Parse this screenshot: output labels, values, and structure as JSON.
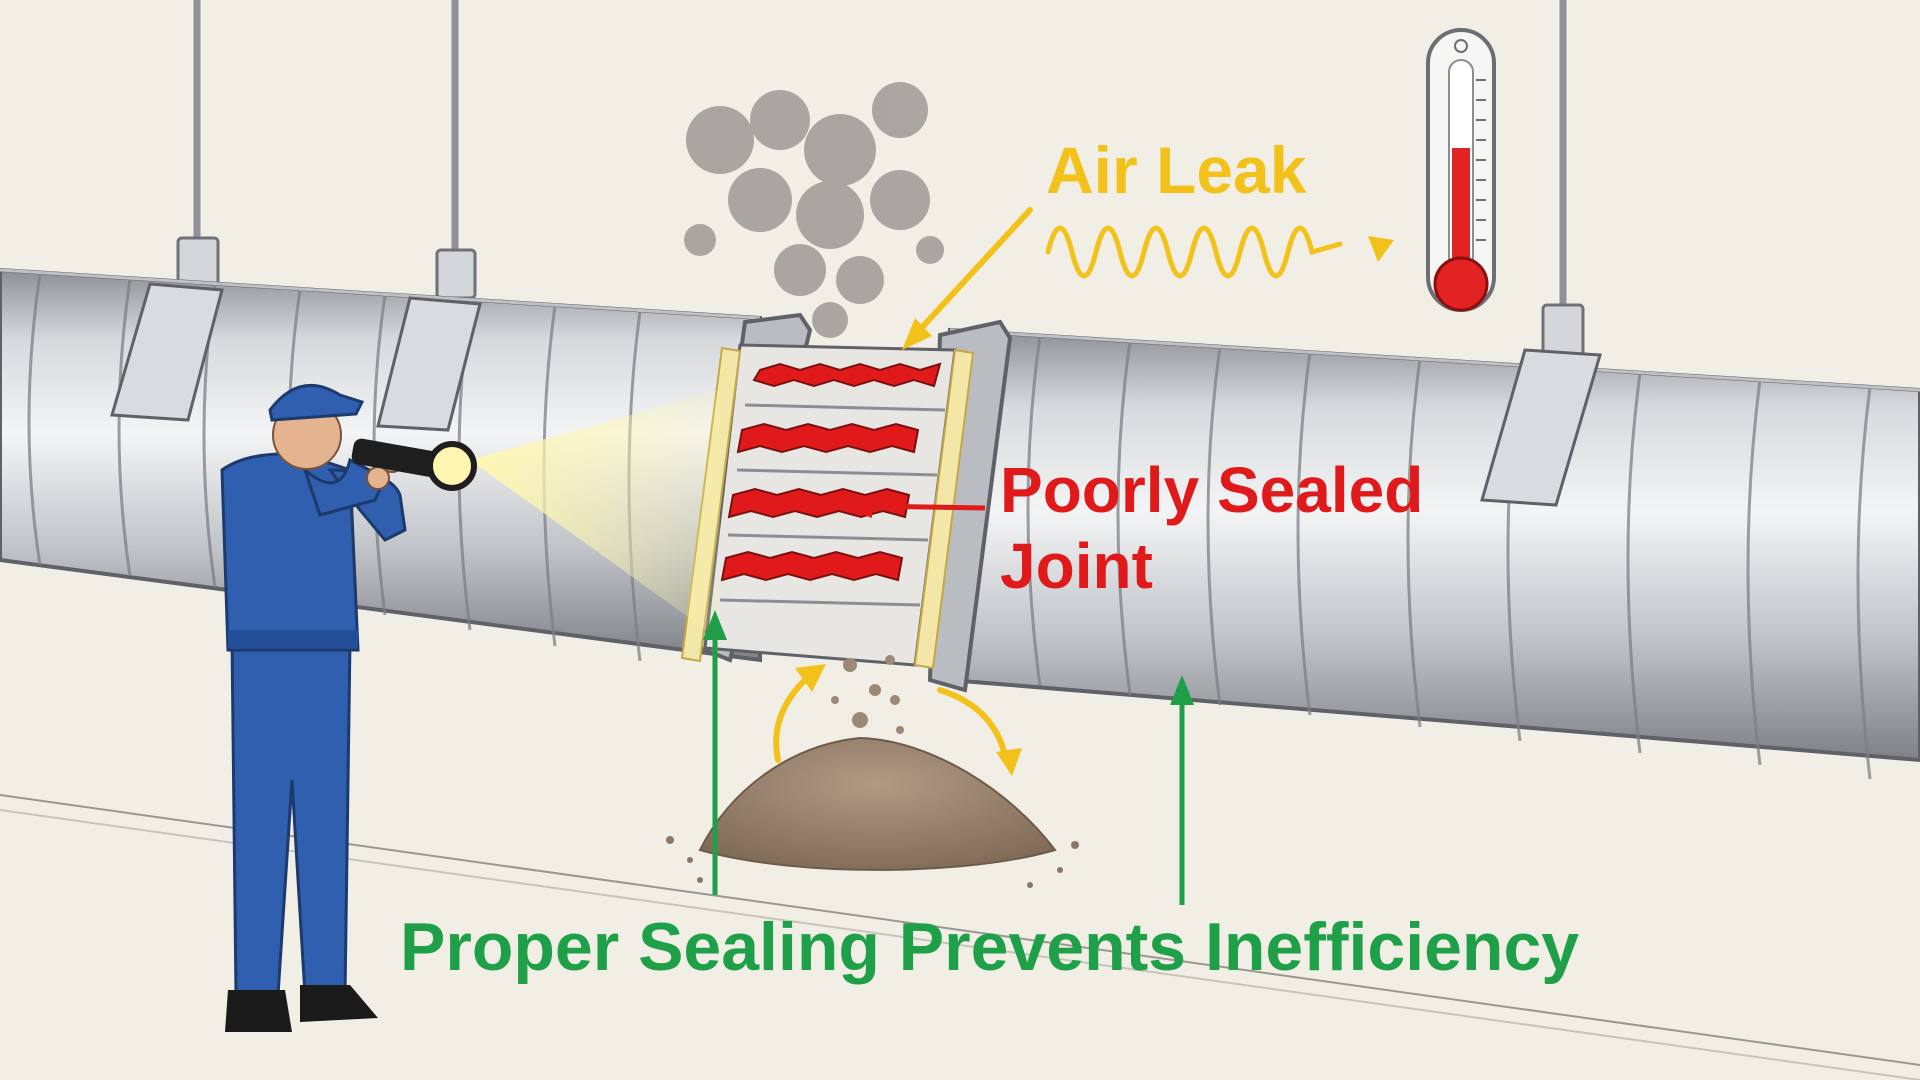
{
  "labels": {
    "air_leak": "Air Leak",
    "poorly_sealed_line1": "Poorly Sealed",
    "poorly_sealed_line2": "Joint",
    "proper_sealing": "Proper Sealing Prevents Inefficiency"
  },
  "colors": {
    "background": "#f1eee6",
    "duct_metal": "#c9ccd0",
    "air_leak": "#f2c21a",
    "poorly_sealed": "#e01a1a",
    "proper_sealing": "#1f9f48",
    "technician_uniform": "#2f5fae",
    "dust": "#9c8874",
    "smoke": "#8b8784",
    "thermometer_fluid": "#e32222"
  },
  "icons": {
    "technician": "technician-icon",
    "flashlight": "flashlight-icon",
    "thermometer": "thermometer-icon",
    "heat_wave": "heat-wave-icon"
  }
}
